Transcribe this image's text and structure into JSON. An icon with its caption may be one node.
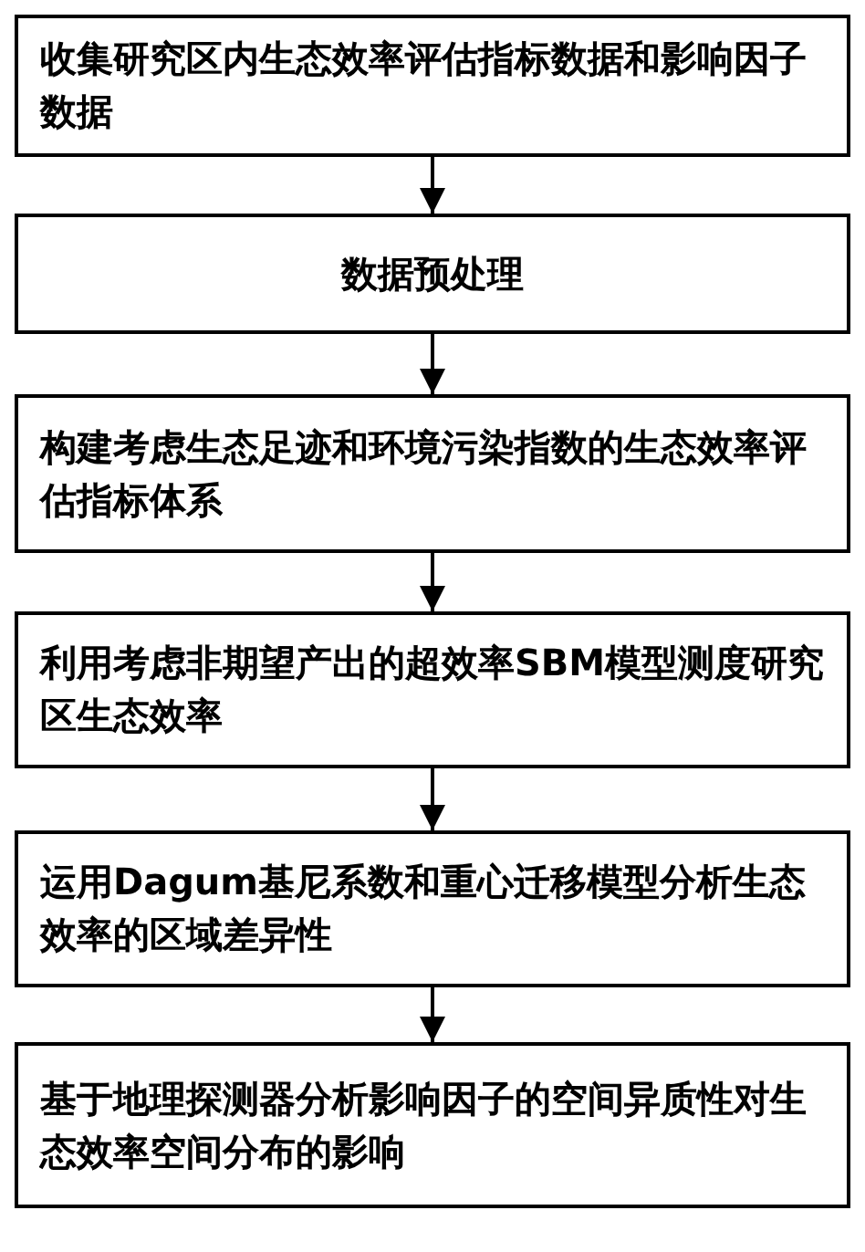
{
  "diagram": {
    "nodes": [
      {
        "text": [
          "收集研究区内生态效率评估指标数据和影响因子数据"
        ]
      },
      {
        "text": [
          "数据预处理"
        ]
      },
      {
        "text": [
          "构建考虑生态足迹和环境污染指数的生态效率评估指标体系"
        ]
      },
      {
        "text": [
          "利用考虑非期望产出的超效率SBM模型测度研究区生态效率"
        ]
      },
      {
        "text": [
          "运用Dagum基尼系数和重心迁移模型分析生态效率的区域差异性"
        ]
      },
      {
        "text": [
          "基于地理探测器分析影响因子的空间异质性对生态效率空间分布的影响"
        ]
      }
    ],
    "edges": [
      {
        "from": 0,
        "to": 1,
        "arrow": "to"
      },
      {
        "from": 1,
        "to": 2,
        "arrow": "to"
      },
      {
        "from": 2,
        "to": 3,
        "arrow": "to"
      },
      {
        "from": 3,
        "to": 4,
        "arrow": "to"
      },
      {
        "from": 4,
        "to": 5,
        "arrow": "to"
      }
    ]
  }
}
